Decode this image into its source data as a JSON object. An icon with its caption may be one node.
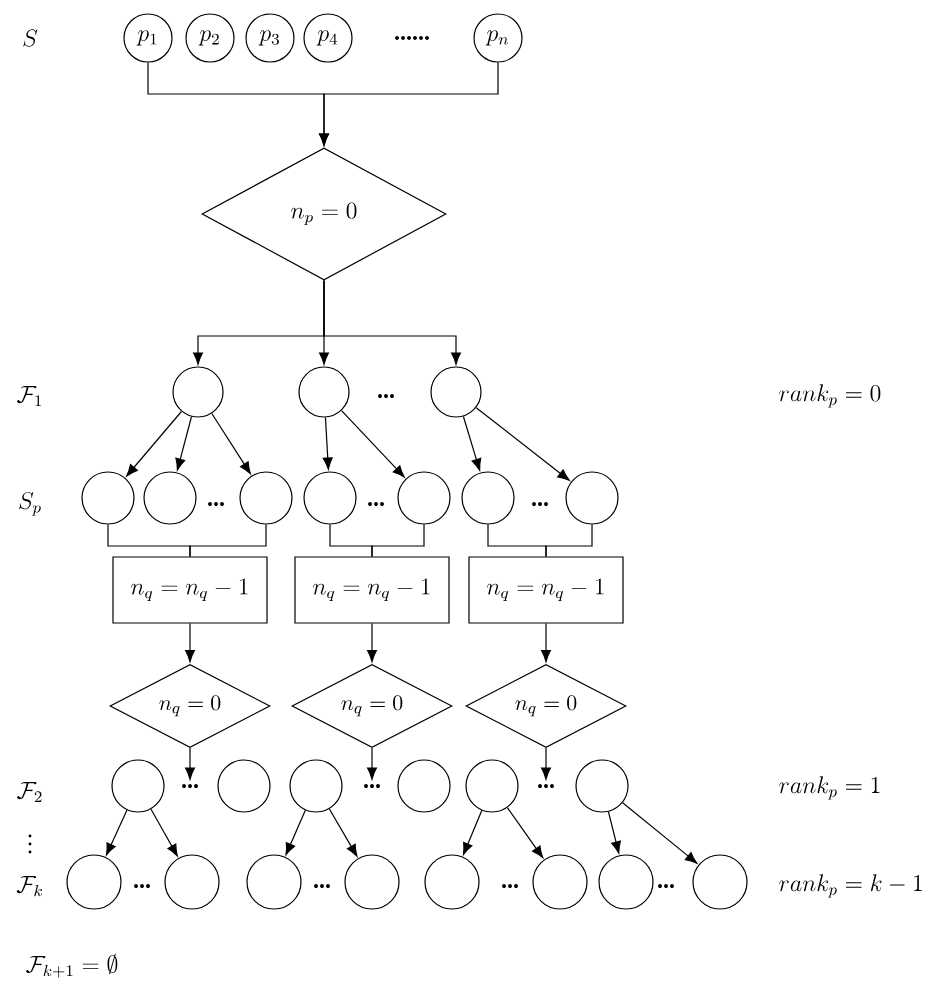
{
  "diagram": {
    "nodes": [
      {
        "text": [
          "p_1"
        ]
      },
      {
        "text": [
          "p_2"
        ]
      },
      {
        "text": [
          "p_3"
        ]
      },
      {
        "text": [
          "p_4"
        ]
      },
      {
        "text": [
          "p_n"
        ]
      },
      {
        "text": [
          "n_p = 0"
        ]
      },
      {
        "text": [],
        "shape": "circle"
      },
      {
        "text": [],
        "shape": "circle"
      },
      {
        "text": [],
        "shape": "circle"
      },
      {
        "text": [],
        "shape": "circle"
      },
      {
        "text": [],
        "shape": "circle"
      },
      {
        "text": [],
        "shape": "circle"
      },
      {
        "text": [],
        "shape": "circle"
      },
      {
        "text": [],
        "shape": "circle"
      },
      {
        "text": [],
        "shape": "circle"
      },
      {
        "text": [],
        "shape": "circle"
      },
      {
        "text": [
          "n_q = n_q-1"
        ]
      },
      {
        "text": [
          "n_q = n_q-1"
        ]
      },
      {
        "text": [
          "n_q = n_q-1"
        ]
      },
      {
        "text": [
          "n_q = 0"
        ]
      },
      {
        "text": [
          "n_q = 0"
        ]
      },
      {
        "text": [
          "n_q = 0"
        ]
      },
      {
        "text": [],
        "shape": "circle"
      },
      {
        "text": [
          "..."
        ]
      },
      {
        "text": [],
        "shape": "circle"
      },
      {
        "text": [],
        "shape": "circle"
      },
      {
        "text": [
          "..."
        ]
      },
      {
        "text": [],
        "shape": "circle"
      },
      {
        "text": [],
        "shape": "circle"
      },
      {
        "text": [
          "..."
        ]
      },
      {
        "text": [],
        "shape": "circle"
      },
      {
        "text": [],
        "shape": "circle"
      },
      {
        "text": [],
        "shape": "circle"
      },
      {
        "text": [],
        "shape": "circle"
      },
      {
        "text": [],
        "shape": "circle"
      },
      {
        "text": [],
        "shape": "circle"
      },
      {
        "text": [],
        "shape": "circle"
      },
      {
        "text": [],
        "shape": "circle"
      },
      {
        "text": [],
        "shape": "circle"
      }
    ],
    "edges": [
      {
        "from": 0,
        "to": 5,
        "arrow": "to"
      },
      {
        "from": 4,
        "to": 5,
        "arrow": "to"
      },
      {
        "from": 5,
        "to": 6,
        "arrow": "to"
      },
      {
        "from": 5,
        "to": 7,
        "arrow": "to"
      },
      {
        "from": 5,
        "to": 8,
        "arrow": "to"
      },
      {
        "from": 6,
        "to": 9,
        "arrow": "to"
      },
      {
        "from": 6,
        "to": 10,
        "arrow": "to"
      },
      {
        "from": 6,
        "to": 11,
        "arrow": "to"
      },
      {
        "from": 7,
        "to": 12,
        "arrow": "to"
      },
      {
        "from": 7,
        "to": 13,
        "arrow": "to"
      },
      {
        "from": 8,
        "to": 14,
        "arrow": "to"
      },
      {
        "from": 8,
        "to": 15,
        "arrow": "to"
      },
      {
        "from": 9,
        "to": 16,
        "arrow": "none"
      },
      {
        "from": 11,
        "to": 16,
        "arrow": "none"
      },
      {
        "from": 12,
        "to": 17,
        "arrow": "none"
      },
      {
        "from": 13,
        "to": 17,
        "arrow": "none"
      },
      {
        "from": 14,
        "to": 18,
        "arrow": "none"
      },
      {
        "from": 15,
        "to": 18,
        "arrow": "none"
      },
      {
        "from": 16,
        "to": 19,
        "arrow": "to"
      },
      {
        "from": 17,
        "to": 20,
        "arrow": "to"
      },
      {
        "from": 18,
        "to": 21,
        "arrow": "to"
      },
      {
        "from": 19,
        "to": 23,
        "arrow": "to"
      },
      {
        "from": 20,
        "to": 26,
        "arrow": "to"
      },
      {
        "from": 21,
        "to": 29,
        "arrow": "to"
      },
      {
        "from": 22,
        "to": 31,
        "arrow": "to"
      },
      {
        "from": 22,
        "to": 32,
        "arrow": "to"
      },
      {
        "from": 25,
        "to": 33,
        "arrow": "to"
      },
      {
        "from": 25,
        "to": 34,
        "arrow": "to"
      },
      {
        "from": 28,
        "to": 35,
        "arrow": "to"
      },
      {
        "from": 28,
        "to": 36,
        "arrow": "to"
      },
      {
        "from": 30,
        "to": 37,
        "arrow": "to"
      },
      {
        "from": 30,
        "to": 38,
        "arrow": "to"
      }
    ],
    "labels": [
      "S",
      "......",
      "\\mathcal{F}_1",
      "...",
      "rank_p = 0",
      "S_p",
      "...",
      "...",
      "...",
      "\\mathcal{F}_2",
      "rank_p = 1",
      "\\vdots",
      "\\mathcal{F}_k",
      "...",
      "...",
      "...",
      "...",
      "rank_p = k - 1",
      "\\mathcal{F}_{k+1} = \\emptyset"
    ]
  }
}
